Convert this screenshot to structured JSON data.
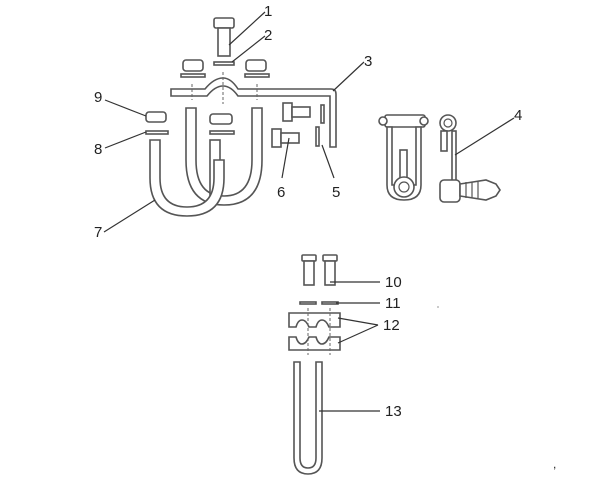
{
  "diagram": {
    "type": "exploded-parts-diagram",
    "callouts": [
      {
        "id": "1",
        "label": "1",
        "part": "bolt"
      },
      {
        "id": "2",
        "label": "2",
        "part": "washer"
      },
      {
        "id": "3",
        "label": "3",
        "part": "mounting-bracket"
      },
      {
        "id": "4",
        "label": "4",
        "part": "shock-absorber-link"
      },
      {
        "id": "5",
        "label": "5",
        "part": "washer"
      },
      {
        "id": "6",
        "label": "6",
        "part": "bolt"
      },
      {
        "id": "7",
        "label": "7",
        "part": "u-bolt"
      },
      {
        "id": "8",
        "label": "8",
        "part": "washer"
      },
      {
        "id": "9",
        "label": "9",
        "part": "nut"
      },
      {
        "id": "10",
        "label": "10",
        "part": "bolt"
      },
      {
        "id": "11",
        "label": "11",
        "part": "washer"
      },
      {
        "id": "12",
        "label": "12",
        "part": "clamp-blocks"
      },
      {
        "id": "13",
        "label": "13",
        "part": "u-bolt"
      }
    ],
    "stray_mark": ","
  }
}
